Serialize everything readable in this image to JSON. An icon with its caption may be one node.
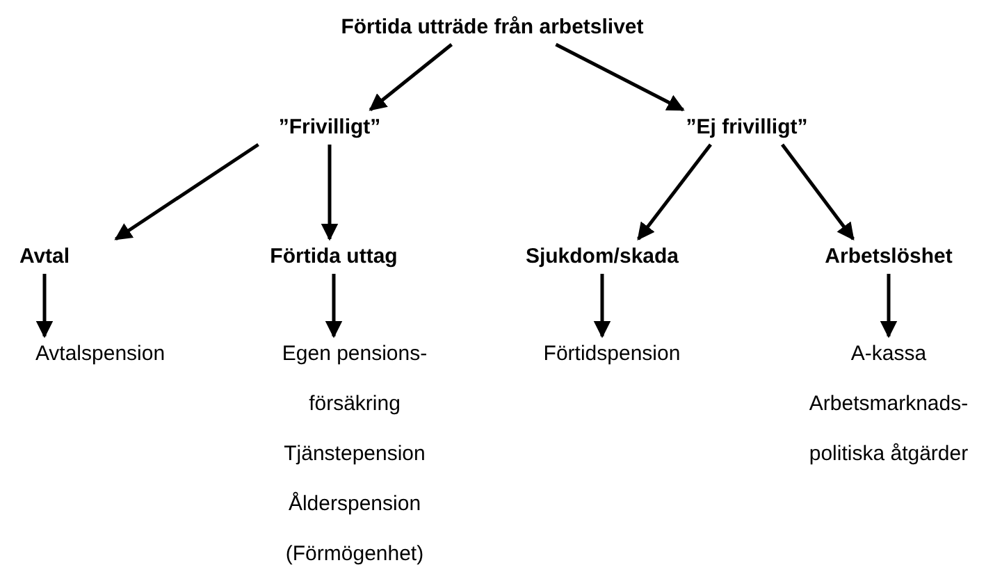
{
  "diagram": {
    "nodes": [
      {
        "text": [
          "Förtida utträde från arbetslivet"
        ]
      },
      {
        "text": [
          "”Frivilligt”"
        ]
      },
      {
        "text": [
          "”Ej frivilligt”"
        ]
      },
      {
        "text": [
          "Avtal"
        ]
      },
      {
        "text": [
          "Förtida uttag"
        ]
      },
      {
        "text": [
          "Sjukdom/skada"
        ]
      },
      {
        "text": [
          "Arbetslöshet"
        ]
      },
      {
        "text": [
          "Avtalspension"
        ]
      },
      {
        "text": [
          "Egen pensions- försäkring",
          "Tjänstepension",
          "Ålderspension",
          "(Förmögenhet)"
        ]
      },
      {
        "text": [
          "Förtidspension"
        ]
      },
      {
        "text": [
          "A-kassa",
          "Arbetsmarknads- politiska åtgärder"
        ]
      }
    ],
    "edges": [
      {
        "from": 0,
        "to": 1,
        "arrow": "to"
      },
      {
        "from": 0,
        "to": 2,
        "arrow": "to"
      },
      {
        "from": 1,
        "to": 3,
        "arrow": "to"
      },
      {
        "from": 1,
        "to": 4,
        "arrow": "to"
      },
      {
        "from": 2,
        "to": 5,
        "arrow": "to"
      },
      {
        "from": 2,
        "to": 6,
        "arrow": "to"
      },
      {
        "from": 3,
        "to": 7,
        "arrow": "to"
      },
      {
        "from": 4,
        "to": 8,
        "arrow": "to"
      },
      {
        "from": 5,
        "to": 9,
        "arrow": "to"
      },
      {
        "from": 6,
        "to": 10,
        "arrow": "to"
      }
    ]
  }
}
